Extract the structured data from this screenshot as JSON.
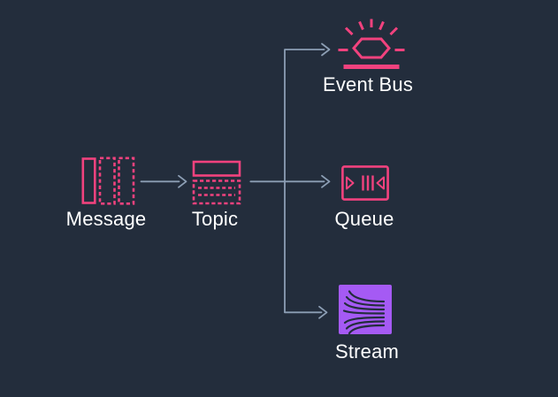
{
  "diagram": {
    "type": "architecture-flow",
    "background_color": "#232d3c",
    "connector_color": "#8c9eb4",
    "label_color": "#ffffff",
    "accent_pink": "#f1427e",
    "accent_purple": "#a55af4",
    "nodes": [
      {
        "id": "message",
        "label": "Message",
        "icon": "message-icon",
        "icon_color": "#f1427e"
      },
      {
        "id": "topic",
        "label": "Topic",
        "icon": "topic-icon",
        "icon_color": "#f1427e"
      },
      {
        "id": "event_bus",
        "label": "Event Bus",
        "icon": "event-bus-icon",
        "icon_color": "#f1427e"
      },
      {
        "id": "queue",
        "label": "Queue",
        "icon": "queue-icon",
        "icon_color": "#f1427e"
      },
      {
        "id": "stream",
        "label": "Stream",
        "icon": "stream-icon",
        "icon_color": "#a55af4"
      }
    ],
    "edges": [
      {
        "from": "message",
        "to": "topic"
      },
      {
        "from": "topic",
        "to": "event_bus"
      },
      {
        "from": "topic",
        "to": "queue"
      },
      {
        "from": "topic",
        "to": "stream"
      }
    ]
  }
}
